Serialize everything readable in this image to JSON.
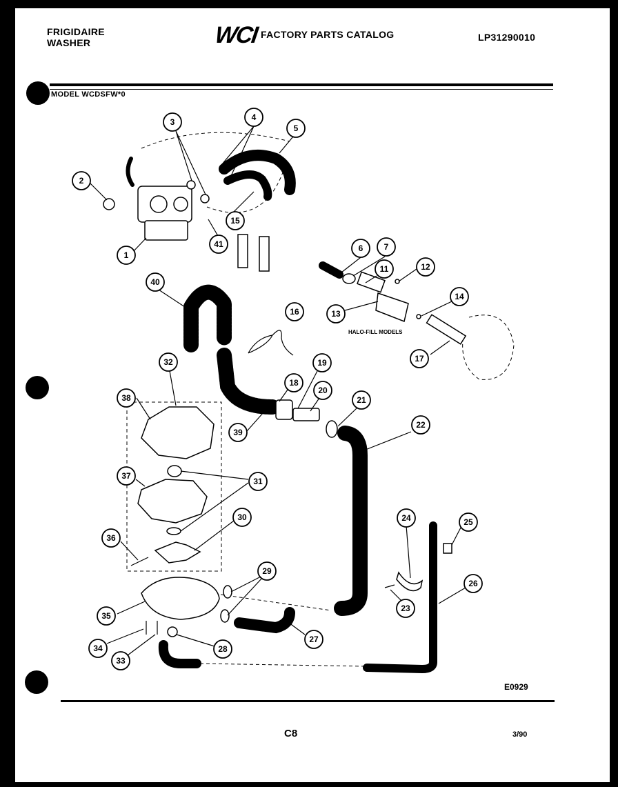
{
  "header": {
    "brand_line1": "FRIGIDAIRE",
    "brand_line2": "WASHER",
    "logo": "WCI",
    "catalog_title": "FACTORY PARTS CATALOG",
    "doc_number": "LP31290010"
  },
  "model_label": "MODEL WCDSFW*0",
  "diagram_note": "HALO-FILL MODELS",
  "callouts": [
    "1",
    "2",
    "3",
    "4",
    "5",
    "6",
    "7",
    "11",
    "12",
    "13",
    "14",
    "15",
    "16",
    "17",
    "18",
    "19",
    "20",
    "21",
    "22",
    "23",
    "24",
    "25",
    "26",
    "27",
    "28",
    "29",
    "30",
    "31",
    "32",
    "33",
    "34",
    "35",
    "36",
    "37",
    "38",
    "39",
    "40",
    "41"
  ],
  "footer": {
    "drawing_code": "E0929",
    "page_code": "C8",
    "date": "3/90"
  }
}
